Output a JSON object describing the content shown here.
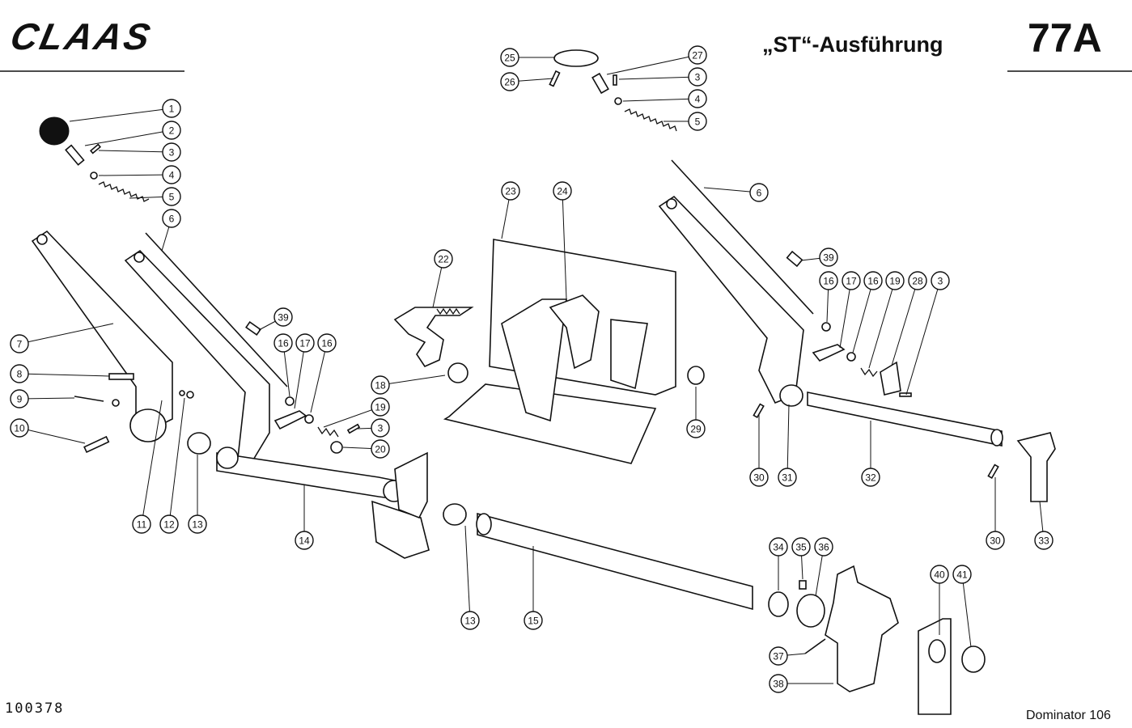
{
  "header": {
    "logo": "CLAAS",
    "subtitle": "„ST“-Ausführung",
    "page_number": "77A"
  },
  "footer": {
    "doc_id": "100378",
    "model": "Dominator 106"
  },
  "callouts": [
    "1",
    "2",
    "3",
    "4",
    "5",
    "6",
    "7",
    "8",
    "9",
    "10",
    "11",
    "12",
    "13",
    "14",
    "16",
    "17",
    "16",
    "39",
    "19",
    "3",
    "20",
    "18",
    "22",
    "23",
    "24",
    "13",
    "15",
    "29",
    "25",
    "26",
    "27",
    "3",
    "4",
    "5",
    "6",
    "39",
    "16",
    "17",
    "16",
    "19",
    "28",
    "3",
    "30",
    "31",
    "32",
    "30",
    "33",
    "34",
    "35",
    "36",
    "37",
    "38",
    "40",
    "41"
  ]
}
